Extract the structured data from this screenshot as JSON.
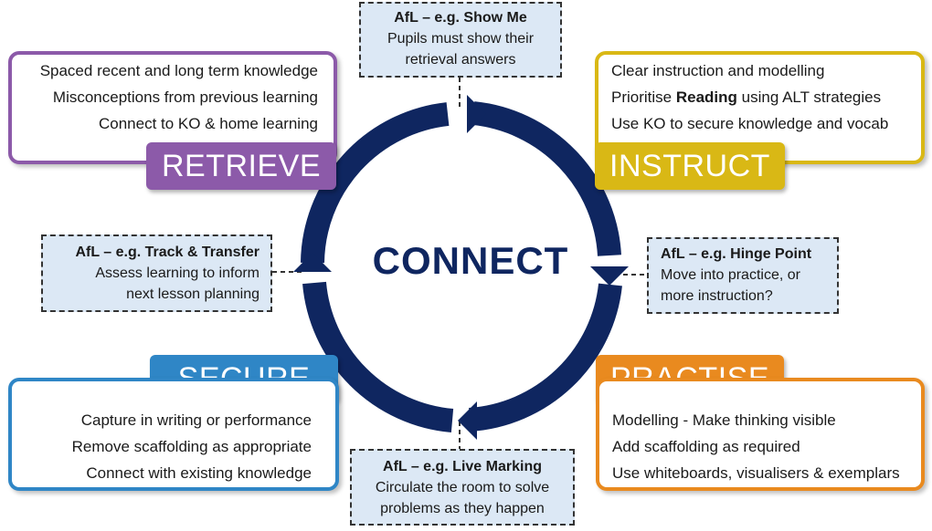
{
  "center_label": "CONNECT",
  "colors": {
    "ring": "#0f2660",
    "retrieve": "#8c5aa9",
    "instruct": "#d9b815",
    "practise": "#e98a1f",
    "secure": "#2f86c6"
  },
  "stages": {
    "retrieve": {
      "label": "RETRIEVE",
      "lines": [
        "Spaced recent and long term knowledge",
        "Misconceptions from previous learning",
        "Connect to KO & home learning"
      ]
    },
    "instruct": {
      "label": "INSTRUCT",
      "line1": "Clear instruction and modelling",
      "line2_pre": "Prioritise ",
      "line2_bold": "Reading",
      "line2_post": " using ALT strategies",
      "line3": "Use KO to secure knowledge and vocab"
    },
    "practise": {
      "label": "PRACTISE",
      "lines": [
        "Modelling - Make thinking visible",
        "Add scaffolding as required",
        "Use whiteboards, visualisers & exemplars"
      ]
    },
    "secure": {
      "label": "SECURE",
      "lines": [
        "Capture in writing or performance",
        "Remove scaffolding as appropriate",
        "Connect with existing knowledge"
      ]
    }
  },
  "afl": {
    "top": {
      "title": "AfL – e.g. Show Me",
      "lines": [
        "Pupils must show their",
        "retrieval answers"
      ]
    },
    "right": {
      "title": "AfL – e.g. Hinge Point",
      "lines": [
        "Move into practice, or",
        "more instruction?"
      ]
    },
    "bottom": {
      "title": "AfL – e.g. Live Marking",
      "lines": [
        "Circulate the room  to solve",
        "problems as they happen"
      ]
    },
    "left": {
      "title": "AfL – e.g. Track & Transfer",
      "lines": [
        "Assess learning to inform",
        "next lesson planning"
      ]
    }
  }
}
